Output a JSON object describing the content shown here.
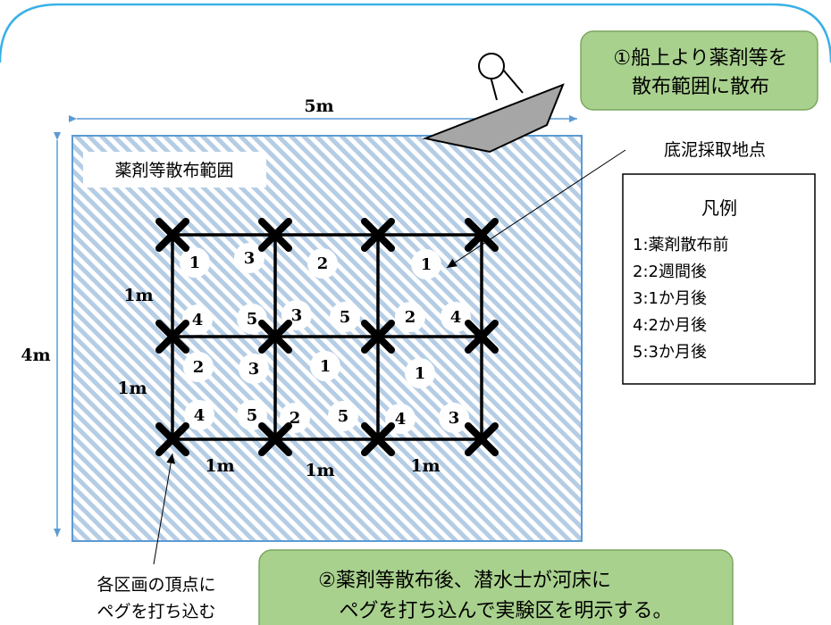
{
  "callout_top": {
    "line1": "①船上より薬剤等を",
    "line2": "散布範囲に散布"
  },
  "callout_bottom": {
    "line1": "②薬剤等散布後、潜水士が河床に",
    "line2": "ペグを打ち込んで実験区を明示する。"
  },
  "area_label": "薬剤等散布範囲",
  "sampling_label": "底泥採取地点",
  "peg_label": {
    "line1": "各区画の頂点に",
    "line2": "ペグを打ち込む"
  },
  "dimensions": {
    "width": "5m",
    "height": "4m",
    "cell": "1m"
  },
  "legend": {
    "title": "凡例",
    "items": [
      "1:薬剤散布前",
      "2:2週間後",
      "3:1か月後",
      "4:2か月後",
      "5:3か月後"
    ]
  },
  "sample_numbers": [
    "1",
    "3",
    "2",
    "1",
    "4",
    "5",
    "3",
    "5",
    "2",
    "4",
    "2",
    "3",
    "1",
    "1",
    "4",
    "5",
    "2",
    "5",
    "4",
    "3"
  ],
  "colors": {
    "hatch": "#b5cde4",
    "callout_fill": "#a9d18e",
    "callout_border": "#7aa75e",
    "boat": "#a6a6a6",
    "arrow": "#5b9bd5",
    "frame": "#3ab1e6"
  }
}
